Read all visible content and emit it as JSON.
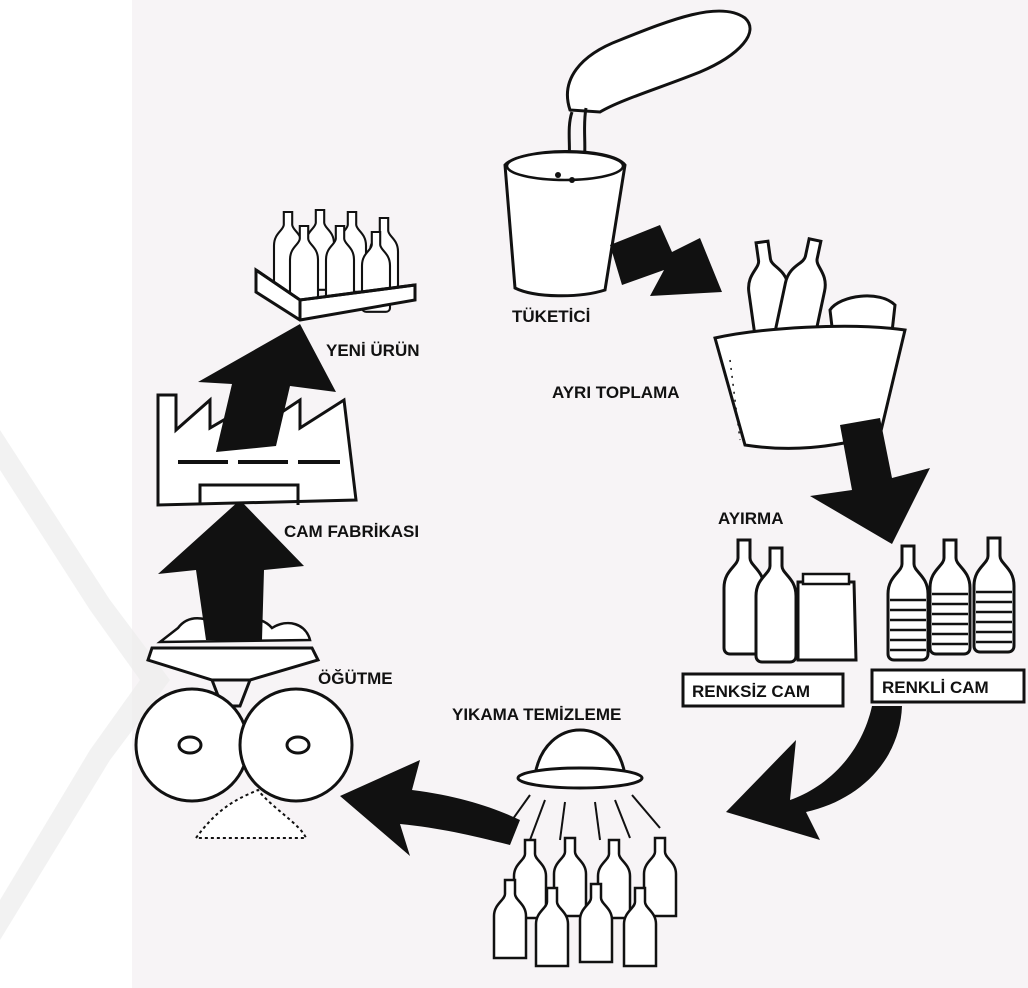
{
  "colors": {
    "paper": "#f7f4f6",
    "ink": "#111111",
    "watermark": "#e6e6e6"
  },
  "stages": {
    "consumer": "TÜKETİCİ",
    "separate_collection": "AYRI TOPLAMA",
    "sorting": "AYIRMA",
    "clear_glass": "RENKSİZ CAM",
    "colored_glass": "RENKLİ CAM",
    "washing": "YIKAMA TEMİZLEME",
    "grinding": "ÖĞÜTME",
    "glass_factory": "CAM FABRİKASI",
    "new_product": "YENİ ÜRÜN"
  }
}
